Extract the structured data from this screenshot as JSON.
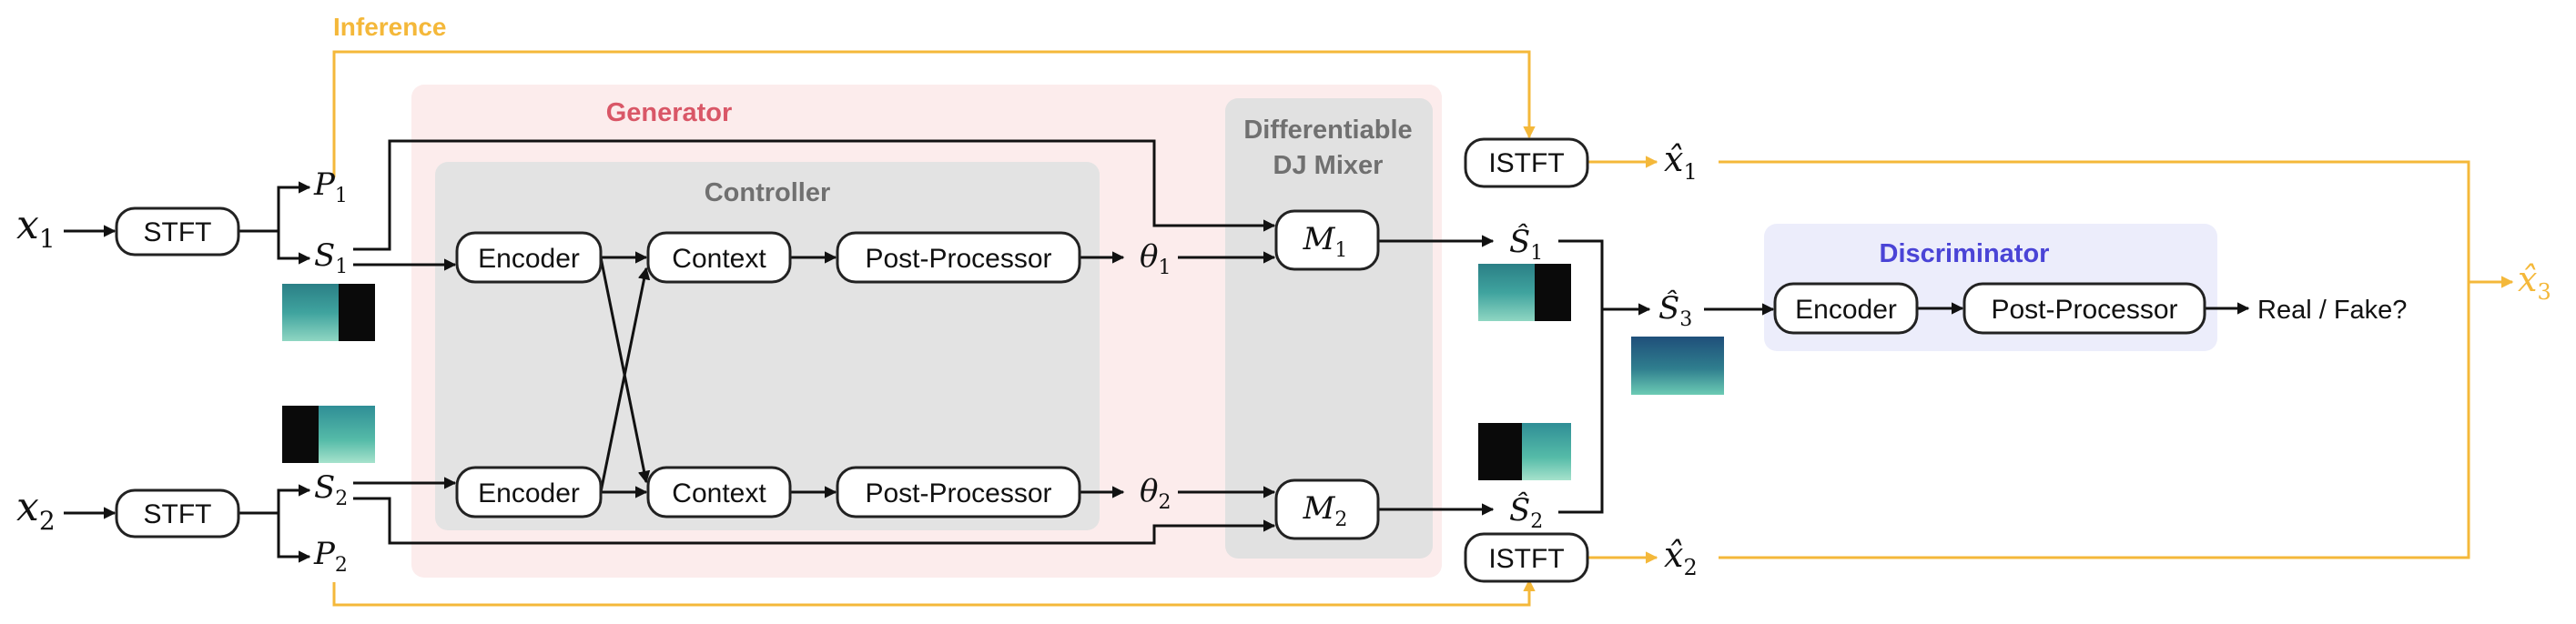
{
  "colors": {
    "inference": "#F4B83A",
    "generator_title": "#D95767",
    "generator_bg": "#FCECEC",
    "controller_bg": "#E3E3E3",
    "controller_title": "#707070",
    "mixer_bg": "#E1E1E1",
    "mixer_title": "#707070",
    "discriminator_bg": "#ECEDFB",
    "discriminator_title": "#4A44D6",
    "line": "#111111"
  },
  "groups": {
    "inference_label": "Inference",
    "generator_label": "Generator",
    "controller_label": "Controller",
    "mixer_label_line1": "Differentiable",
    "mixer_label_line2": "DJ Mixer",
    "discriminator_label": "Discriminator"
  },
  "inputs": {
    "x1_base": "x",
    "x1_sub": "1",
    "x2_base": "x",
    "x2_sub": "2"
  },
  "blocks": {
    "stft_1": "STFT",
    "stft_2": "STFT",
    "encoder_1": "Encoder",
    "encoder_2": "Encoder",
    "context_1": "Context",
    "context_2": "Context",
    "postproc_1": "Post-Processor",
    "postproc_2": "Post-Processor",
    "mixer_1_base": "M",
    "mixer_1_sub": "1",
    "mixer_2_base": "M",
    "mixer_2_sub": "2",
    "istft_1": "ISTFT",
    "istft_2": "ISTFT",
    "disc_encoder": "Encoder",
    "disc_postproc": "Post-Processor"
  },
  "symbols": {
    "p1_base": "P",
    "p1_sub": "1",
    "s1_base": "S",
    "s1_sub": "1",
    "s2_base": "S",
    "s2_sub": "2",
    "p2_base": "P",
    "p2_sub": "2",
    "theta1_base": "θ",
    "theta1_sub": "1",
    "theta2_base": "θ",
    "theta2_sub": "2",
    "shat1_base": "Ŝ",
    "shat1_sub": "1",
    "shat2_base": "Ŝ",
    "shat2_sub": "2",
    "shat3_base": "Ŝ",
    "shat3_sub": "3",
    "xhat1_base": "x̂",
    "xhat1_sub": "1",
    "xhat2_base": "x̂",
    "xhat2_sub": "2",
    "xhat3_base": "x̂",
    "xhat3_sub": "3"
  },
  "output_label": "Real / Fake?"
}
